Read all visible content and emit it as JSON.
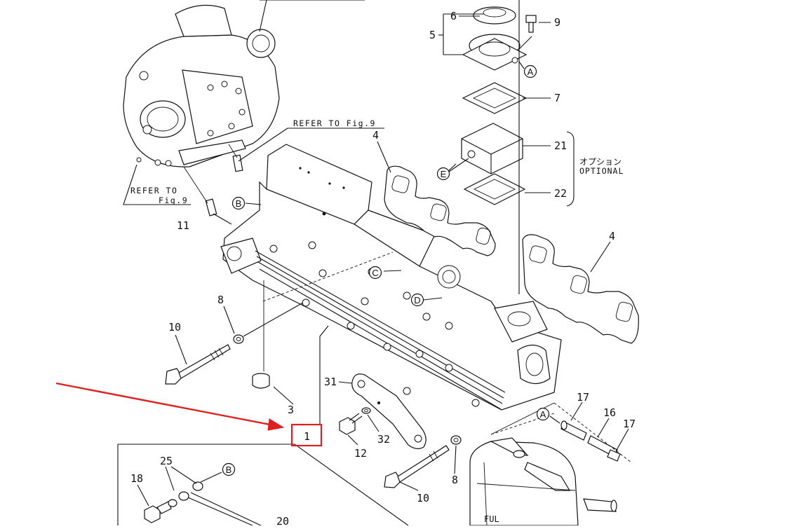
{
  "colors": {
    "ink": "#111111",
    "highlight": "#e02020",
    "paper": "#ffffff"
  },
  "notes": {
    "refer_to_fig9_top": "REFER TO Fig.9",
    "refer_to_left_line1": "REFER TO",
    "refer_to_left_line2": "Fig.9",
    "option_jp": "オプション",
    "option_en": "OPTIONAL"
  },
  "callouts": {
    "c1": "1",
    "c3": "3",
    "c4a": "4",
    "c4b": "4",
    "c5": "5",
    "c6": "6",
    "c7": "7",
    "c8a": "8",
    "c8b": "8",
    "c9": "9",
    "c10a": "10",
    "c10b": "10",
    "c11": "11",
    "c12": "12",
    "c16": "16",
    "c17a": "17",
    "c17b": "17",
    "c18": "18",
    "c20": "20",
    "c21": "21",
    "c22": "22",
    "c25": "25",
    "c31": "31",
    "c32": "32"
  },
  "markers": {
    "A1": "A",
    "A2": "A",
    "B1": "B",
    "B2": "B",
    "C": "C",
    "D": "D",
    "E": "E"
  },
  "tank_label": "FUL"
}
